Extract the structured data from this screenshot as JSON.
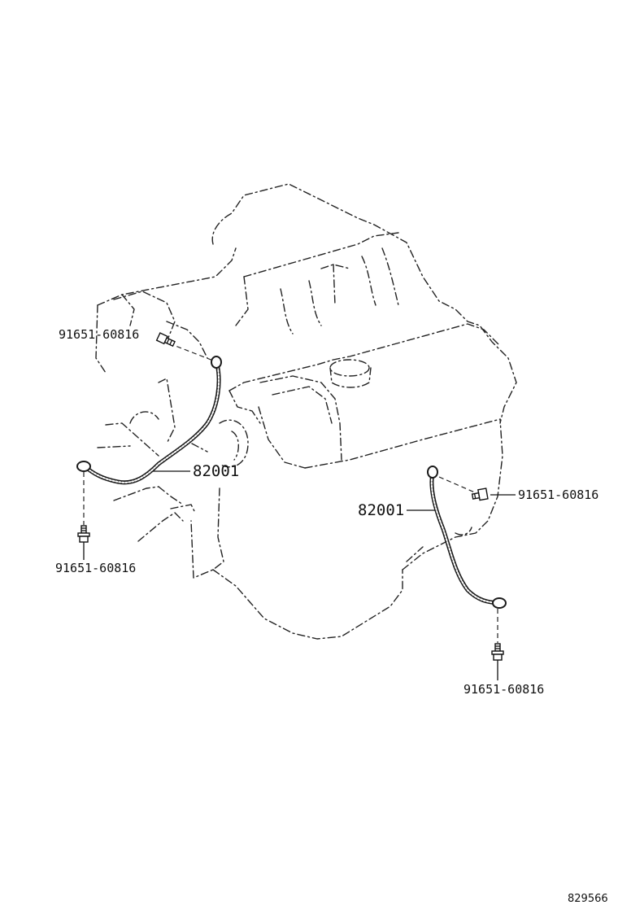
{
  "callouts": {
    "bolt_upper_left": "91651-60816",
    "bolt_lower_left": "91651-60816",
    "bolt_right": "91651-60816",
    "bolt_lower_right": "91651-60816",
    "cable_left": "82001",
    "cable_right": "82001"
  },
  "reference_number": "829566"
}
